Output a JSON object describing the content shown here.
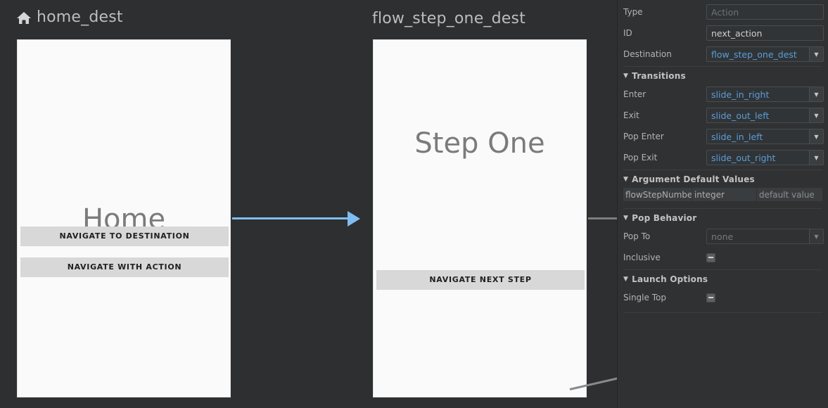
{
  "canvas": {
    "destinations": [
      {
        "title": "home_dest",
        "icon": "home-icon",
        "screen_label": "Home",
        "buttons": [
          "NAVIGATE TO DESTINATION",
          "NAVIGATE WITH ACTION"
        ]
      },
      {
        "title": "flow_step_one_dest",
        "icon": "",
        "screen_label": "Step One",
        "buttons": [
          "NAVIGATE NEXT STEP"
        ]
      }
    ],
    "connection_color": "#7fbdf0",
    "background_color": "#2d2f31",
    "card_color": "#fafafa"
  },
  "panel": {
    "type": {
      "label": "Type",
      "value": "",
      "placeholder": "Action"
    },
    "id": {
      "label": "ID",
      "value": "next_action"
    },
    "destination": {
      "label": "Destination",
      "value": "flow_step_one_dest",
      "icon": "chevron-down-icon"
    },
    "transitions": {
      "header": "Transitions",
      "collapse_icon": "triangle-down-icon",
      "rows": [
        {
          "label": "Enter",
          "value": "slide_in_right"
        },
        {
          "label": "Exit",
          "value": "slide_out_left"
        },
        {
          "label": "Pop Enter",
          "value": "slide_in_left"
        },
        {
          "label": "Pop Exit",
          "value": "slide_out_right"
        }
      ]
    },
    "arguments": {
      "header": "Argument Default Values",
      "collapse_icon": "triangle-down-icon",
      "rows": [
        {
          "name": "flowStepNumbe",
          "type": "integer",
          "default_placeholder": "default value"
        }
      ]
    },
    "pop_behavior": {
      "header": "Pop Behavior",
      "collapse_icon": "triangle-down-icon",
      "pop_to": {
        "label": "Pop To",
        "value": "none"
      },
      "inclusive": {
        "label": "Inclusive",
        "checked": false
      }
    },
    "launch_options": {
      "header": "Launch Options",
      "collapse_icon": "triangle-down-icon",
      "single_top": {
        "label": "Single Top",
        "checked": false
      }
    },
    "link_color": "#5b9dd9"
  }
}
